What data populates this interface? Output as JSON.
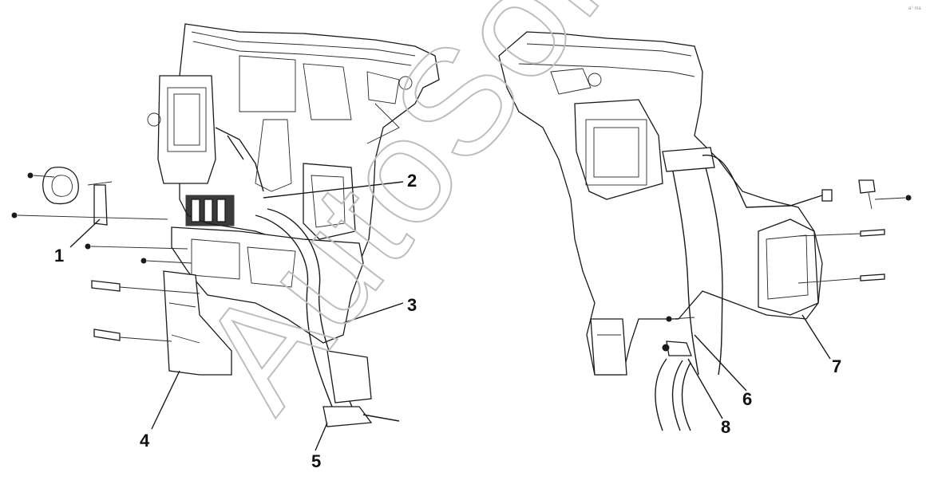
{
  "watermark": "AutoSoft",
  "corner_mark": "a° ma",
  "callouts": [
    {
      "id": "1",
      "label": "1"
    },
    {
      "id": "2",
      "label": "2"
    },
    {
      "id": "3",
      "label": "3"
    },
    {
      "id": "4",
      "label": "4"
    },
    {
      "id": "5",
      "label": "5"
    },
    {
      "id": "6",
      "label": "6"
    },
    {
      "id": "7",
      "label": "7"
    },
    {
      "id": "8",
      "label": "8"
    }
  ],
  "colors": {
    "line": "#1a1a1a",
    "background": "#ffffff",
    "watermark": "#bdbdbd"
  }
}
